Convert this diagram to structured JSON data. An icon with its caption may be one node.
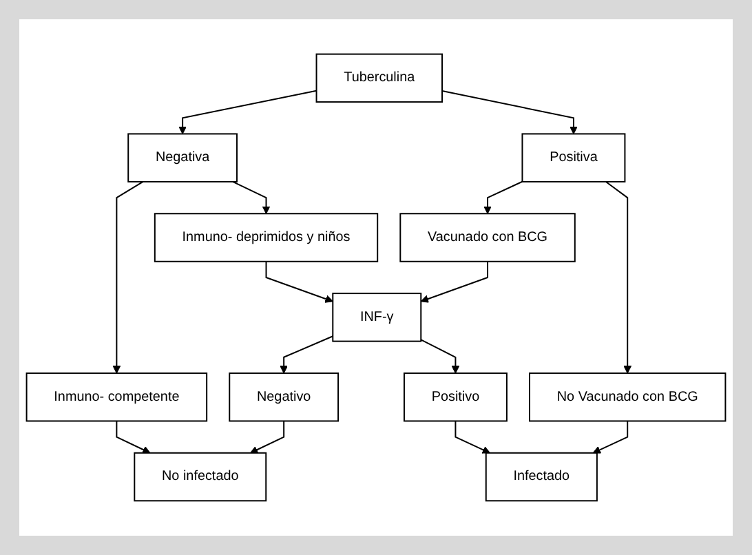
{
  "diagram": {
    "nodes": [
      {
        "text": [
          "Tuberculina"
        ]
      },
      {
        "text": [
          "Negativa"
        ]
      },
      {
        "text": [
          "Positiva"
        ]
      },
      {
        "text": [
          "Inmuno- competente"
        ]
      },
      {
        "text": [
          "Inmuno- deprimidos y niños"
        ]
      },
      {
        "text": [
          "Vacunado con BCG"
        ]
      },
      {
        "text": [
          "No Vacunado con BCG"
        ]
      },
      {
        "text": [
          "INF-γ"
        ]
      },
      {
        "text": [
          "Negativo"
        ]
      },
      {
        "text": [
          "Positivo"
        ]
      },
      {
        "text": [
          "No infectado"
        ]
      },
      {
        "text": [
          "Infectado"
        ]
      }
    ],
    "edges": [
      {
        "from": 0,
        "to": 1,
        "arrow": "to"
      },
      {
        "from": 0,
        "to": 2,
        "arrow": "to"
      },
      {
        "from": 1,
        "to": 3,
        "arrow": "to"
      },
      {
        "from": 1,
        "to": 4,
        "arrow": "to"
      },
      {
        "from": 2,
        "to": 5,
        "arrow": "to"
      },
      {
        "from": 2,
        "to": 6,
        "arrow": "to"
      },
      {
        "from": 4,
        "to": 7,
        "arrow": "to"
      },
      {
        "from": 5,
        "to": 7,
        "arrow": "to"
      },
      {
        "from": 7,
        "to": 8,
        "arrow": "to"
      },
      {
        "from": 7,
        "to": 9,
        "arrow": "to"
      },
      {
        "from": 8,
        "to": 10,
        "arrow": "to"
      },
      {
        "from": 3,
        "to": 10,
        "arrow": "to"
      },
      {
        "from": 9,
        "to": 11,
        "arrow": "to"
      },
      {
        "from": 6,
        "to": 11,
        "arrow": "to"
      }
    ]
  }
}
